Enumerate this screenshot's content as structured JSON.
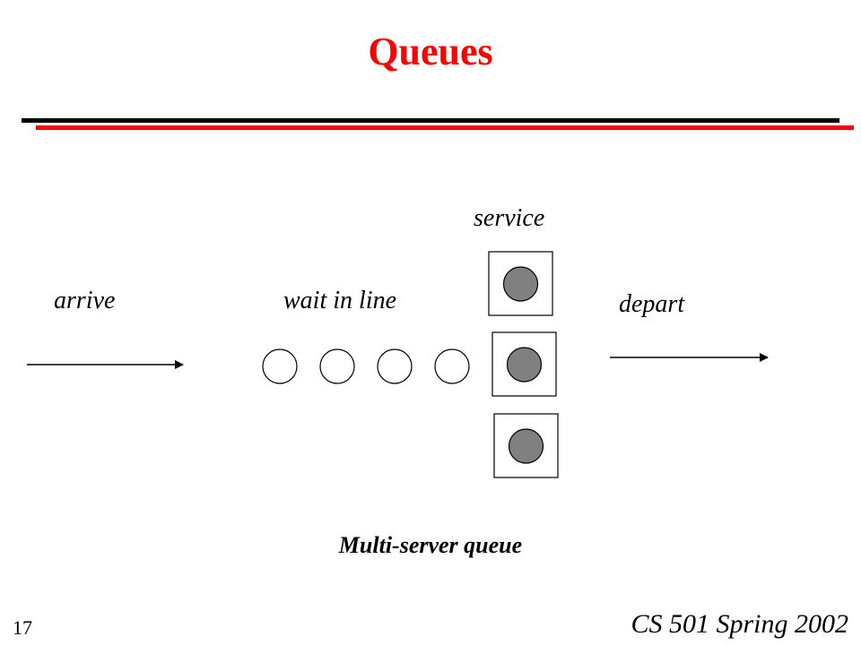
{
  "slide": {
    "title": "Queues",
    "number": "17",
    "footer": "CS 501 Spring 2002"
  },
  "diagram": {
    "label_arrive": "arrive",
    "label_wait": "wait in line",
    "label_service": "service",
    "label_depart": "depart",
    "caption": "Multi-server queue",
    "waiting_customers": 4,
    "servers": 3,
    "colors": {
      "title": "#ff0000",
      "accent_rule": "#ff0000",
      "server_customer": "#808080",
      "stroke": "#000000"
    }
  }
}
